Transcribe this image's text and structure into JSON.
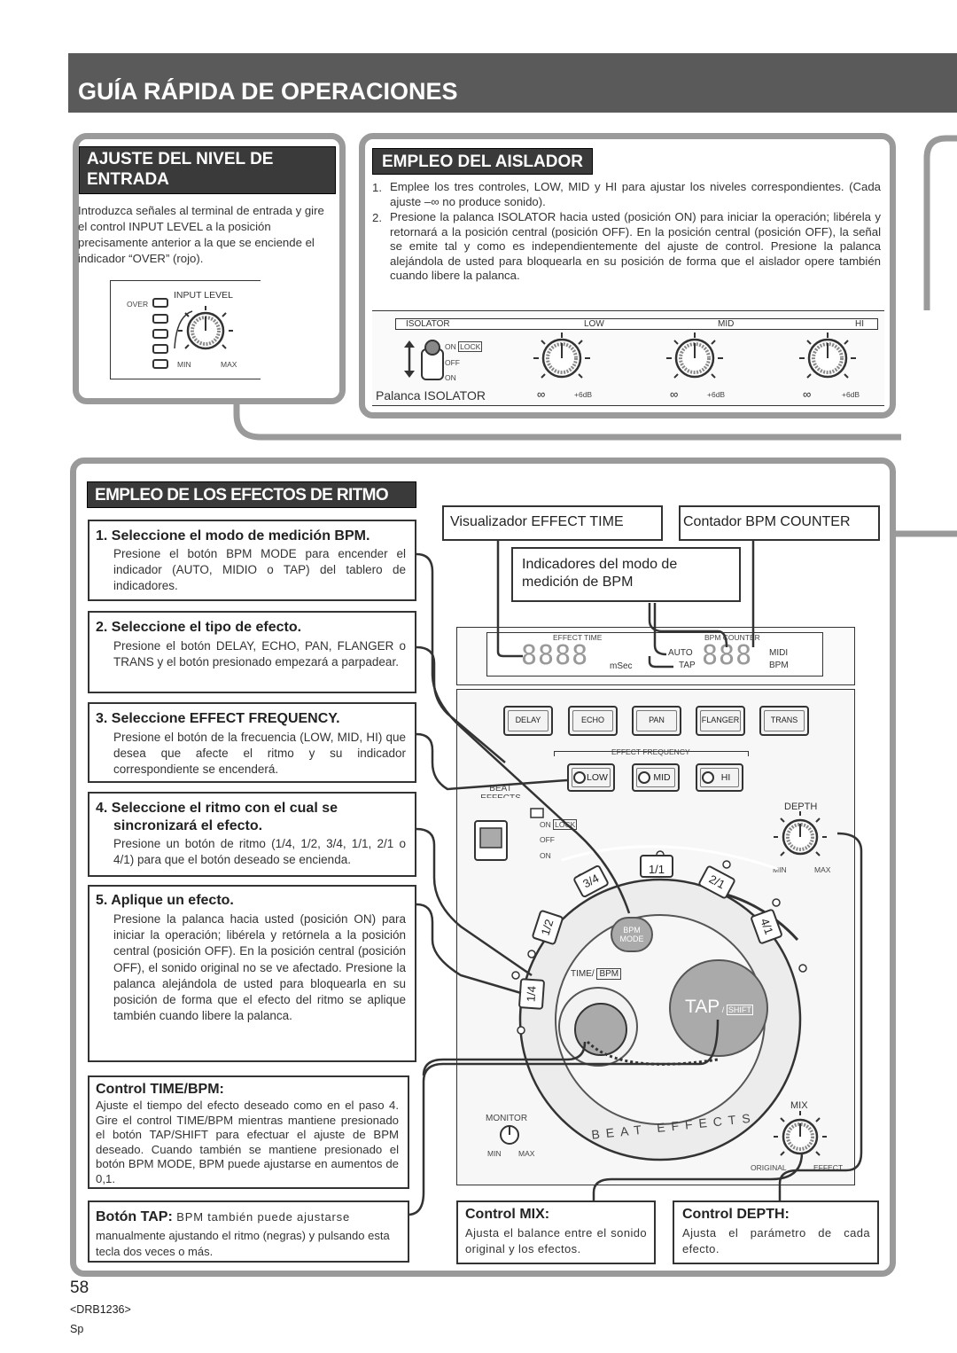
{
  "header": {
    "title": "GUÍA RÁPIDA DE OPERACIONES"
  },
  "input_level": {
    "heading_line1": "AJUSTE DEL NIVEL DE",
    "heading_line2": "ENTRADA",
    "text": "Introduzca señales al terminal de entrada y gire el control INPUT LEVEL a la posición precisamente anterior a la que se enciende el indicador “OVER” (rojo).",
    "over": "OVER",
    "panel_label": "INPUT LEVEL",
    "min": "MIN",
    "max": "MAX"
  },
  "isolator": {
    "heading": "EMPLEO DEL AISLADOR",
    "item1_num": "1.",
    "item1": "Emplee los tres controles, LOW, MID y HI para ajustar los niveles correspondientes. (Cada ajuste –∞ no produce sonido).",
    "item2_num": "2.",
    "item2": "Presione la palanca ISOLATOR hacia usted (posición ON) para iniciar la operación; libérela y retornará a la posición central (posición OFF). En la posición central (posición OFF), la señal se emite tal y como es independientemente del ajuste de control. Presione la palanca alejándola de usted para bloquearla en su posición de forma que el aislador opere también cuando libere la palanca.",
    "bar_isolator": "ISOLATOR",
    "bar_low": "LOW",
    "bar_mid": "MID",
    "bar_hi": "HI",
    "on_lock": "ON",
    "lock": "LOCK",
    "off": "OFF",
    "on": "ON",
    "lever_caption": "Palanca ISOLATOR",
    "inf": "∞",
    "plus6": "+6dB"
  },
  "beat": {
    "heading": "EMPLEO DE LOS EFECTOS DE RITMO",
    "step1_title": "1. Seleccione el modo de medición BPM.",
    "step1_text": "Presione el botón BPM MODE para encender el indicador (AUTO, MIDIO o TAP) del tablero de indicadores.",
    "step2_title": "2. Seleccione el tipo de efecto.",
    "step2_text": "Presione el botón DELAY, ECHO, PAN, FLANGER o TRANS y el botón presionado empezará a parpadear.",
    "step3_title": "3. Seleccione EFFECT FREQUENCY.",
    "step3_text": "Presione el botón de la frecuencia (LOW, MID, HI) que desea que afecte el ritmo y su indicador correspondiente se encenderá.",
    "step4_title_line1": "4. Seleccione el ritmo con el cual se",
    "step4_title_line2": "sincronizará el efecto.",
    "step4_text": "Presione un botón de ritmo (1/4, 1/2, 3/4, 1/1, 2/1 o 4/1) para que el botón deseado se encienda.",
    "step5_title": "5. Aplique un efecto.",
    "step5_text": "Presione la palanca hacia usted (posición ON) para iniciar la operación; libérela y retórnela a la posición central (posición OFF). En la posición central (posición OFF), el sonido original no se ve afectado. Presione la palanca alejándola de usted para bloquearla en su posición de forma que el efecto del ritmo se aplique también cuando libere la palanca.",
    "time_title": "Control TIME/BPM:",
    "time_text": "Ajuste el tiempo del efecto deseado como en el paso 4. Gire el control TIME/BPM mientras mantiene presionado el botón TAP/SHIFT para efectuar el ajuste de BPM deseado. Cuando también se mantiene presionado el botón BPM MODE, BPM puede ajustarse en aumentos de 0,1.",
    "tap_title": "Botón TAP:",
    "tap_text1": "BPM también puede ajustarse",
    "tap_text2": "manualmente ajustando el ritmo (negras) y pulsando esta tecla dos veces o más.",
    "callout_effect_time": "Visualizador EFFECT TIME",
    "callout_bpm_counter": "Contador BPM COUNTER",
    "callout_mode_line1": "Indicadores del modo de",
    "callout_mode_line2": "medición de BPM",
    "mix_title": "Control MIX:",
    "mix_text": "Ajusta el balance entre el sonido original y los efectos.",
    "depth_title": "Control DEPTH:",
    "depth_text": "Ajusta el parámetro de cada efecto.",
    "display": {
      "effect_time": "EFFECT TIME",
      "bpm_counter": "BPM COUNTER",
      "msec": "mSec",
      "auto": "AUTO",
      "tap": "TAP",
      "midi": "MIDI",
      "bpm": "BPM",
      "digits4": "8888",
      "digits3": "888"
    },
    "buttons": [
      "DELAY",
      "ECHO",
      "PAN",
      "FLANGER",
      "TRANS"
    ],
    "freq_label": "EFFECT FREQUENCY",
    "freq_buttons": [
      "LOW",
      "MID",
      "HI"
    ],
    "beat_effects_label": "BEAT EFFECTS",
    "lever_on_lock": "ON",
    "lever_lock": "LOCK",
    "lever_off": "OFF",
    "lever_on": "ON",
    "depth_label": "DEPTH",
    "min": "MIN",
    "max": "MAX",
    "beats": [
      "1/4",
      "1/2",
      "3/4",
      "1/1",
      "2/1",
      "4/1"
    ],
    "bpm_mode": "BPM MODE",
    "time_label": "TIME/",
    "time_bpm": "BPM",
    "tap_big": "TAP",
    "shift": "SHIFT",
    "monitor": "MONITOR",
    "ring_text": "BEAT EFFECTS",
    "mix_label": "MIX",
    "original": "ORIGINAL",
    "effect": "EFFECT"
  },
  "footer": {
    "page": "58",
    "code": "<DRB1236>",
    "lang": "Sp"
  }
}
